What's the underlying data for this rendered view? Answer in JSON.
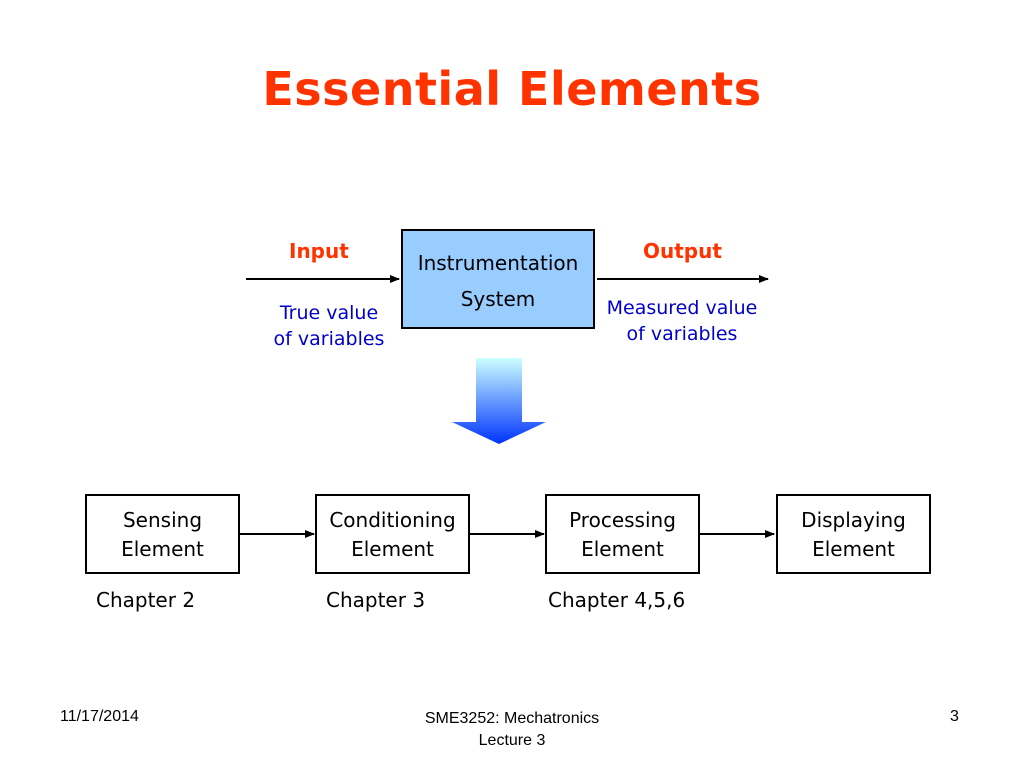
{
  "title": "Essential Elements",
  "system": {
    "input_label": "Input",
    "output_label": "Output",
    "box_line1": "Instrumentation",
    "box_line2": "System",
    "input_desc_line1": "True value",
    "input_desc_line2": "of variables",
    "output_desc_line1": "Measured value",
    "output_desc_line2": "of variables"
  },
  "elements": [
    {
      "line1": "Sensing",
      "line2": "Element",
      "chapter": "Chapter 2"
    },
    {
      "line1": "Conditioning",
      "line2": "Element",
      "chapter": "Chapter 3"
    },
    {
      "line1": "Processing",
      "line2": "Element",
      "chapter": "Chapter 4,5,6"
    },
    {
      "line1": "Displaying",
      "line2": "Element",
      "chapter": ""
    }
  ],
  "footer": {
    "date": "11/17/2014",
    "course_line1": "SME3252: Mechatronics",
    "course_line2": "Lecture 3",
    "page_number": "3"
  },
  "colors": {
    "title": "#ff3300",
    "labels": "#ff3300",
    "descriptions": "#0000cc",
    "system_box": "#99ccff",
    "down_arrow_top": "#ccffff",
    "down_arrow_bottom": "#0033ff"
  }
}
